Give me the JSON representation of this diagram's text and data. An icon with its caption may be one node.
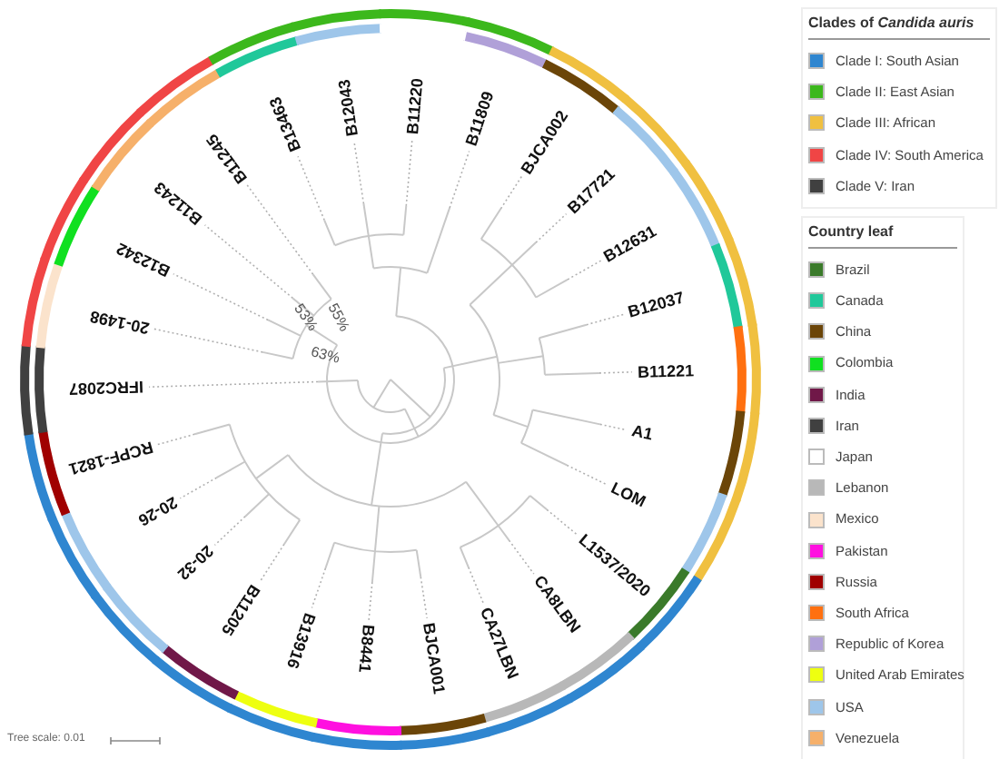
{
  "diagram": {
    "labels": [
      "B11809",
      "BJCA002",
      "B17721",
      "B12631",
      "B12037",
      "B11221",
      "A1",
      "LOM",
      "L1537/2020",
      "CA8LBN",
      "CA27LBN",
      "BJCA001",
      "B8441",
      "B13916",
      "B11205",
      "20-32",
      "20-26",
      "RCPF-1821",
      "IFRC2087",
      "20-1498",
      "B12342",
      "B11243",
      "B11245",
      "B13463",
      "B12043",
      "B11220",
      "55%",
      "53%",
      "63%",
      "Tree scale: 0.01",
      "Clades of *Candida auris*",
      "Country leaf"
    ],
    "legend": [
      {
        "text": "Clade I: South Asian",
        "color": "#2f86d0"
      },
      {
        "text": "Clade II: East Asian",
        "color": "#3cb81c"
      },
      {
        "text": "Clade III: African",
        "color": "#f0c040"
      },
      {
        "text": "Clade IV: South America",
        "color": "#f04545"
      },
      {
        "text": "Clade V: Iran",
        "color": "#404040"
      },
      {
        "text": "Brazil",
        "color": "#3a7a2a"
      },
      {
        "text": "Canada",
        "color": "#20c89a"
      },
      {
        "text": "China",
        "color": "#6b4508"
      },
      {
        "text": "Colombia",
        "color": "#10e020"
      },
      {
        "text": "India",
        "color": "#701848"
      },
      {
        "text": "Iran",
        "color": "#404040"
      },
      {
        "text": "Japan",
        "color": "#ffffff"
      },
      {
        "text": "Lebanon",
        "color": "#b8b8b8"
      },
      {
        "text": "Mexico",
        "color": "#fbe3cc"
      },
      {
        "text": "Pakistan",
        "color": "#ff10e0"
      },
      {
        "text": "Russia",
        "color": "#a00000"
      },
      {
        "text": "South Africa",
        "color": "#ff7010"
      },
      {
        "text": "Republic of Korea",
        "color": "#b0a0d8"
      },
      {
        "text": "United Arab Emirates",
        "color": "#eeff10"
      },
      {
        "text": "USA",
        "color": "#9ec6ea"
      },
      {
        "text": "Venezuela",
        "color": "#f6b06a"
      }
    ]
  }
}
